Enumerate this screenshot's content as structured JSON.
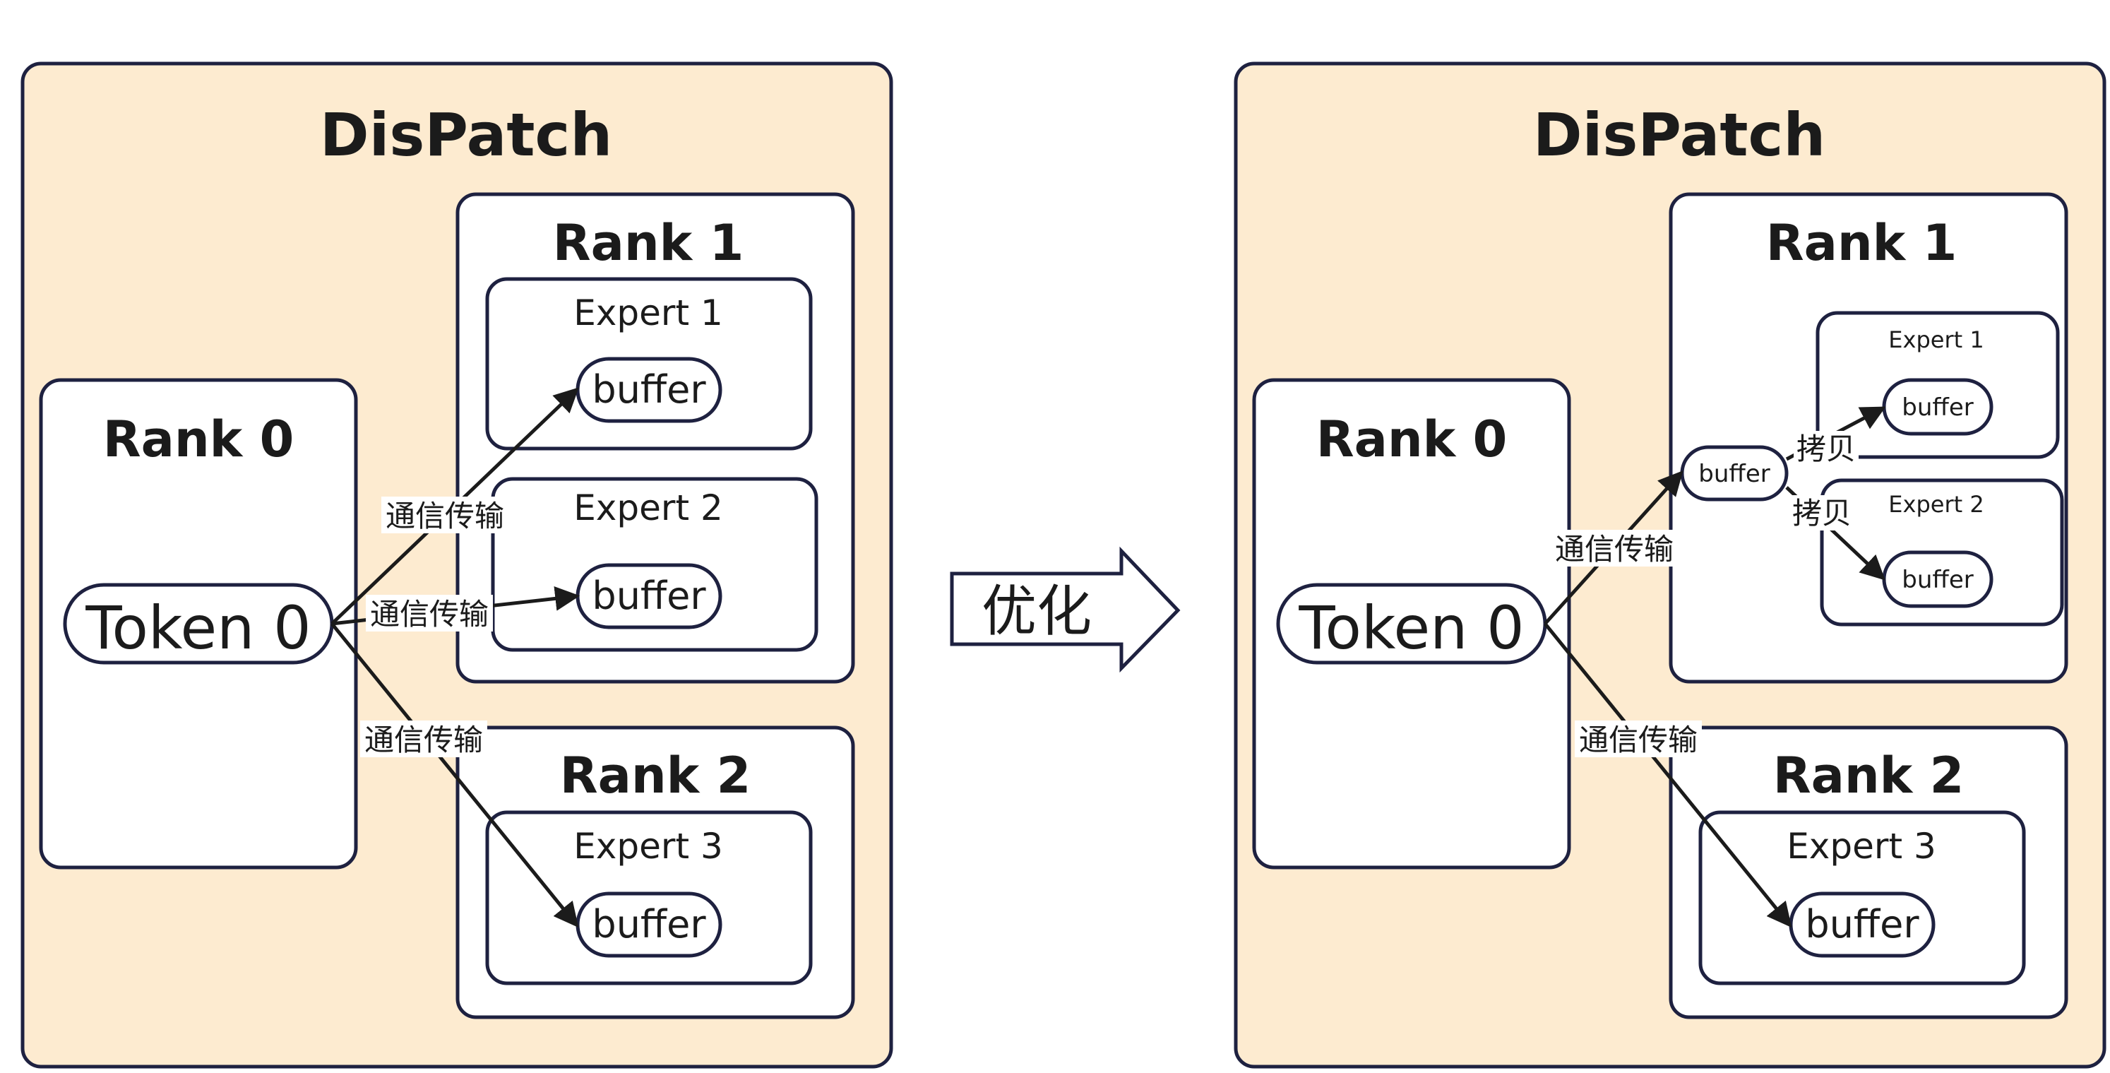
{
  "left": {
    "title": "DisPatch",
    "rank0": {
      "label": "Rank 0",
      "token": "Token 0"
    },
    "rank1": {
      "label": "Rank 1",
      "expert1": {
        "label": "Expert 1",
        "buffer": "buffer"
      },
      "expert2": {
        "label": "Expert 2",
        "buffer": "buffer"
      }
    },
    "rank2": {
      "label": "Rank 2",
      "expert3": {
        "label": "Expert 3",
        "buffer": "buffer"
      }
    },
    "edges": {
      "to_expert1": "通信传输",
      "to_expert2": "通信传输",
      "to_expert3": "通信传输"
    }
  },
  "optimize_label": "优化",
  "right": {
    "title": "DisPatch",
    "rank0": {
      "label": "Rank 0",
      "token": "Token 0"
    },
    "rank1": {
      "label": "Rank 1",
      "shared_buffer": "buffer",
      "expert1": {
        "label": "Expert 1",
        "buffer": "buffer"
      },
      "expert2": {
        "label": "Expert 2",
        "buffer": "buffer"
      }
    },
    "rank2": {
      "label": "Rank 2",
      "expert3": {
        "label": "Expert 3",
        "buffer": "buffer"
      }
    },
    "edges": {
      "to_shared_buffer": "通信传输",
      "copy_to_expert1": "拷贝",
      "copy_to_expert2": "拷贝",
      "to_expert3": "通信传输"
    }
  },
  "colors": {
    "panel_fill": "#fdebd0",
    "outline": "#1e2140",
    "text": "#1b1b1b"
  }
}
